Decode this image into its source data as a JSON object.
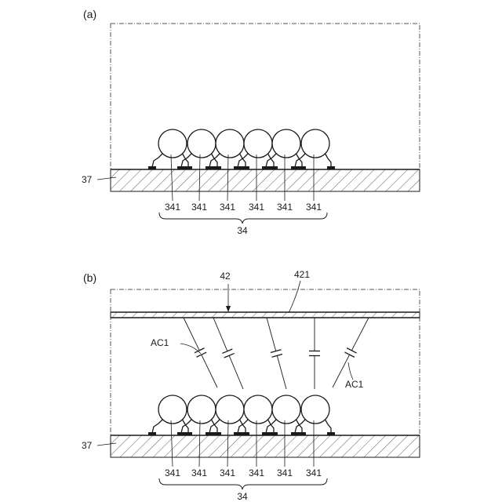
{
  "panels": [
    {
      "label": "(a)",
      "substrate_label": "37",
      "ball_labels": [
        "341",
        "341",
        "341",
        "341",
        "341",
        "341"
      ],
      "group_label": "34"
    },
    {
      "label": "(b)",
      "substrate_label": "37",
      "ball_labels": [
        "341",
        "341",
        "341",
        "341",
        "341",
        "341"
      ],
      "group_label": "34",
      "plate_label": "42",
      "plate_surface_label": "421",
      "capacitor_labels": [
        "AC1",
        "AC1"
      ]
    }
  ],
  "colors": {
    "ink": "#1a1a1a",
    "frame": "#555555",
    "background": "#ffffff"
  }
}
